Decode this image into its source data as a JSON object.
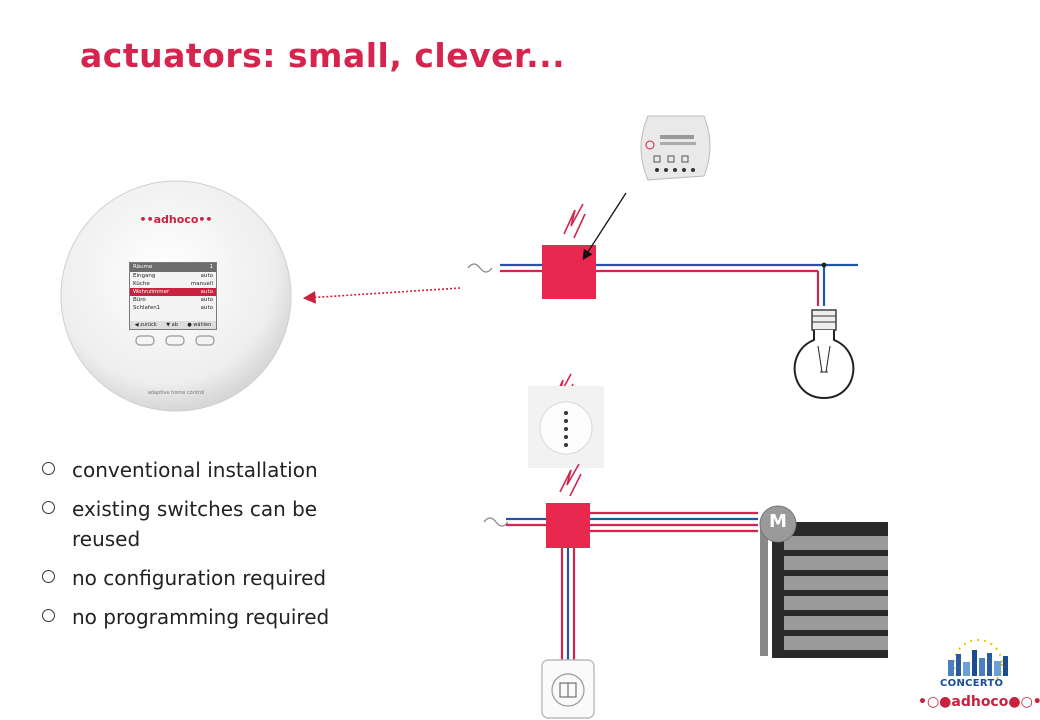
{
  "title": "actuators: small, clever...",
  "bullets": [
    "conventional installation",
    "existing switches can be reused",
    "no configuration required",
    "no programming required"
  ],
  "panel": {
    "brand": "••adhoco••",
    "tagline": "adaptive home control",
    "screen": {
      "header": "Räume",
      "header_num": "1",
      "rows": [
        {
          "name": "Eingang",
          "mode": "auto"
        },
        {
          "name": "Küche",
          "mode": "manuell"
        },
        {
          "name": "Wohnzimmer",
          "mode": "auto",
          "selected": true
        },
        {
          "name": "Büro",
          "mode": "auto"
        },
        {
          "name": "Schlafen1",
          "mode": "auto"
        }
      ],
      "footer": [
        "◀ zurück",
        "▼ ab",
        "● wählen"
      ]
    }
  },
  "motor_label": "M",
  "logo": {
    "concerto": "CONCERTO",
    "adhoco": "•○●adhoco●○•"
  },
  "colors": {
    "accent": "#d6244e",
    "wire_red": "#d6244e",
    "wire_blue": "#2255a4",
    "actuator": "#e8284f"
  }
}
